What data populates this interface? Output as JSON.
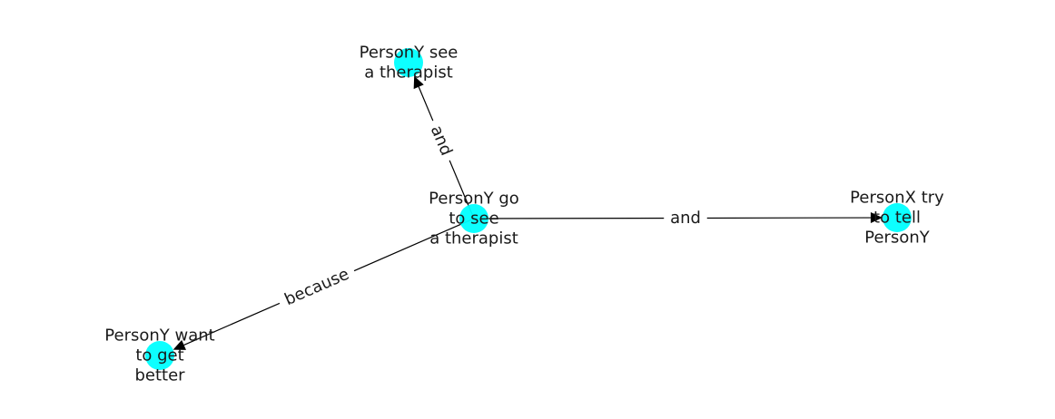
{
  "colors": {
    "node": "#00ffff",
    "edge": "#000000",
    "text": "#1a1a1a",
    "background": "#ffffff"
  },
  "graph": {
    "nodes": [
      {
        "id": "center",
        "lines": [
          "PersonY go",
          "to see",
          "a therapist"
        ]
      },
      {
        "id": "top",
        "lines": [
          "PersonY see",
          "a therapist"
        ]
      },
      {
        "id": "right",
        "lines": [
          "PersonX try",
          "to tell",
          "PersonY"
        ]
      },
      {
        "id": "bottom-left",
        "lines": [
          "PersonY want",
          "to get",
          "better"
        ]
      }
    ],
    "edges": [
      {
        "source": "center",
        "target": "top",
        "label": "and"
      },
      {
        "source": "center",
        "target": "right",
        "label": "and"
      },
      {
        "source": "center",
        "target": "bottom-left",
        "label": "because"
      }
    ]
  }
}
